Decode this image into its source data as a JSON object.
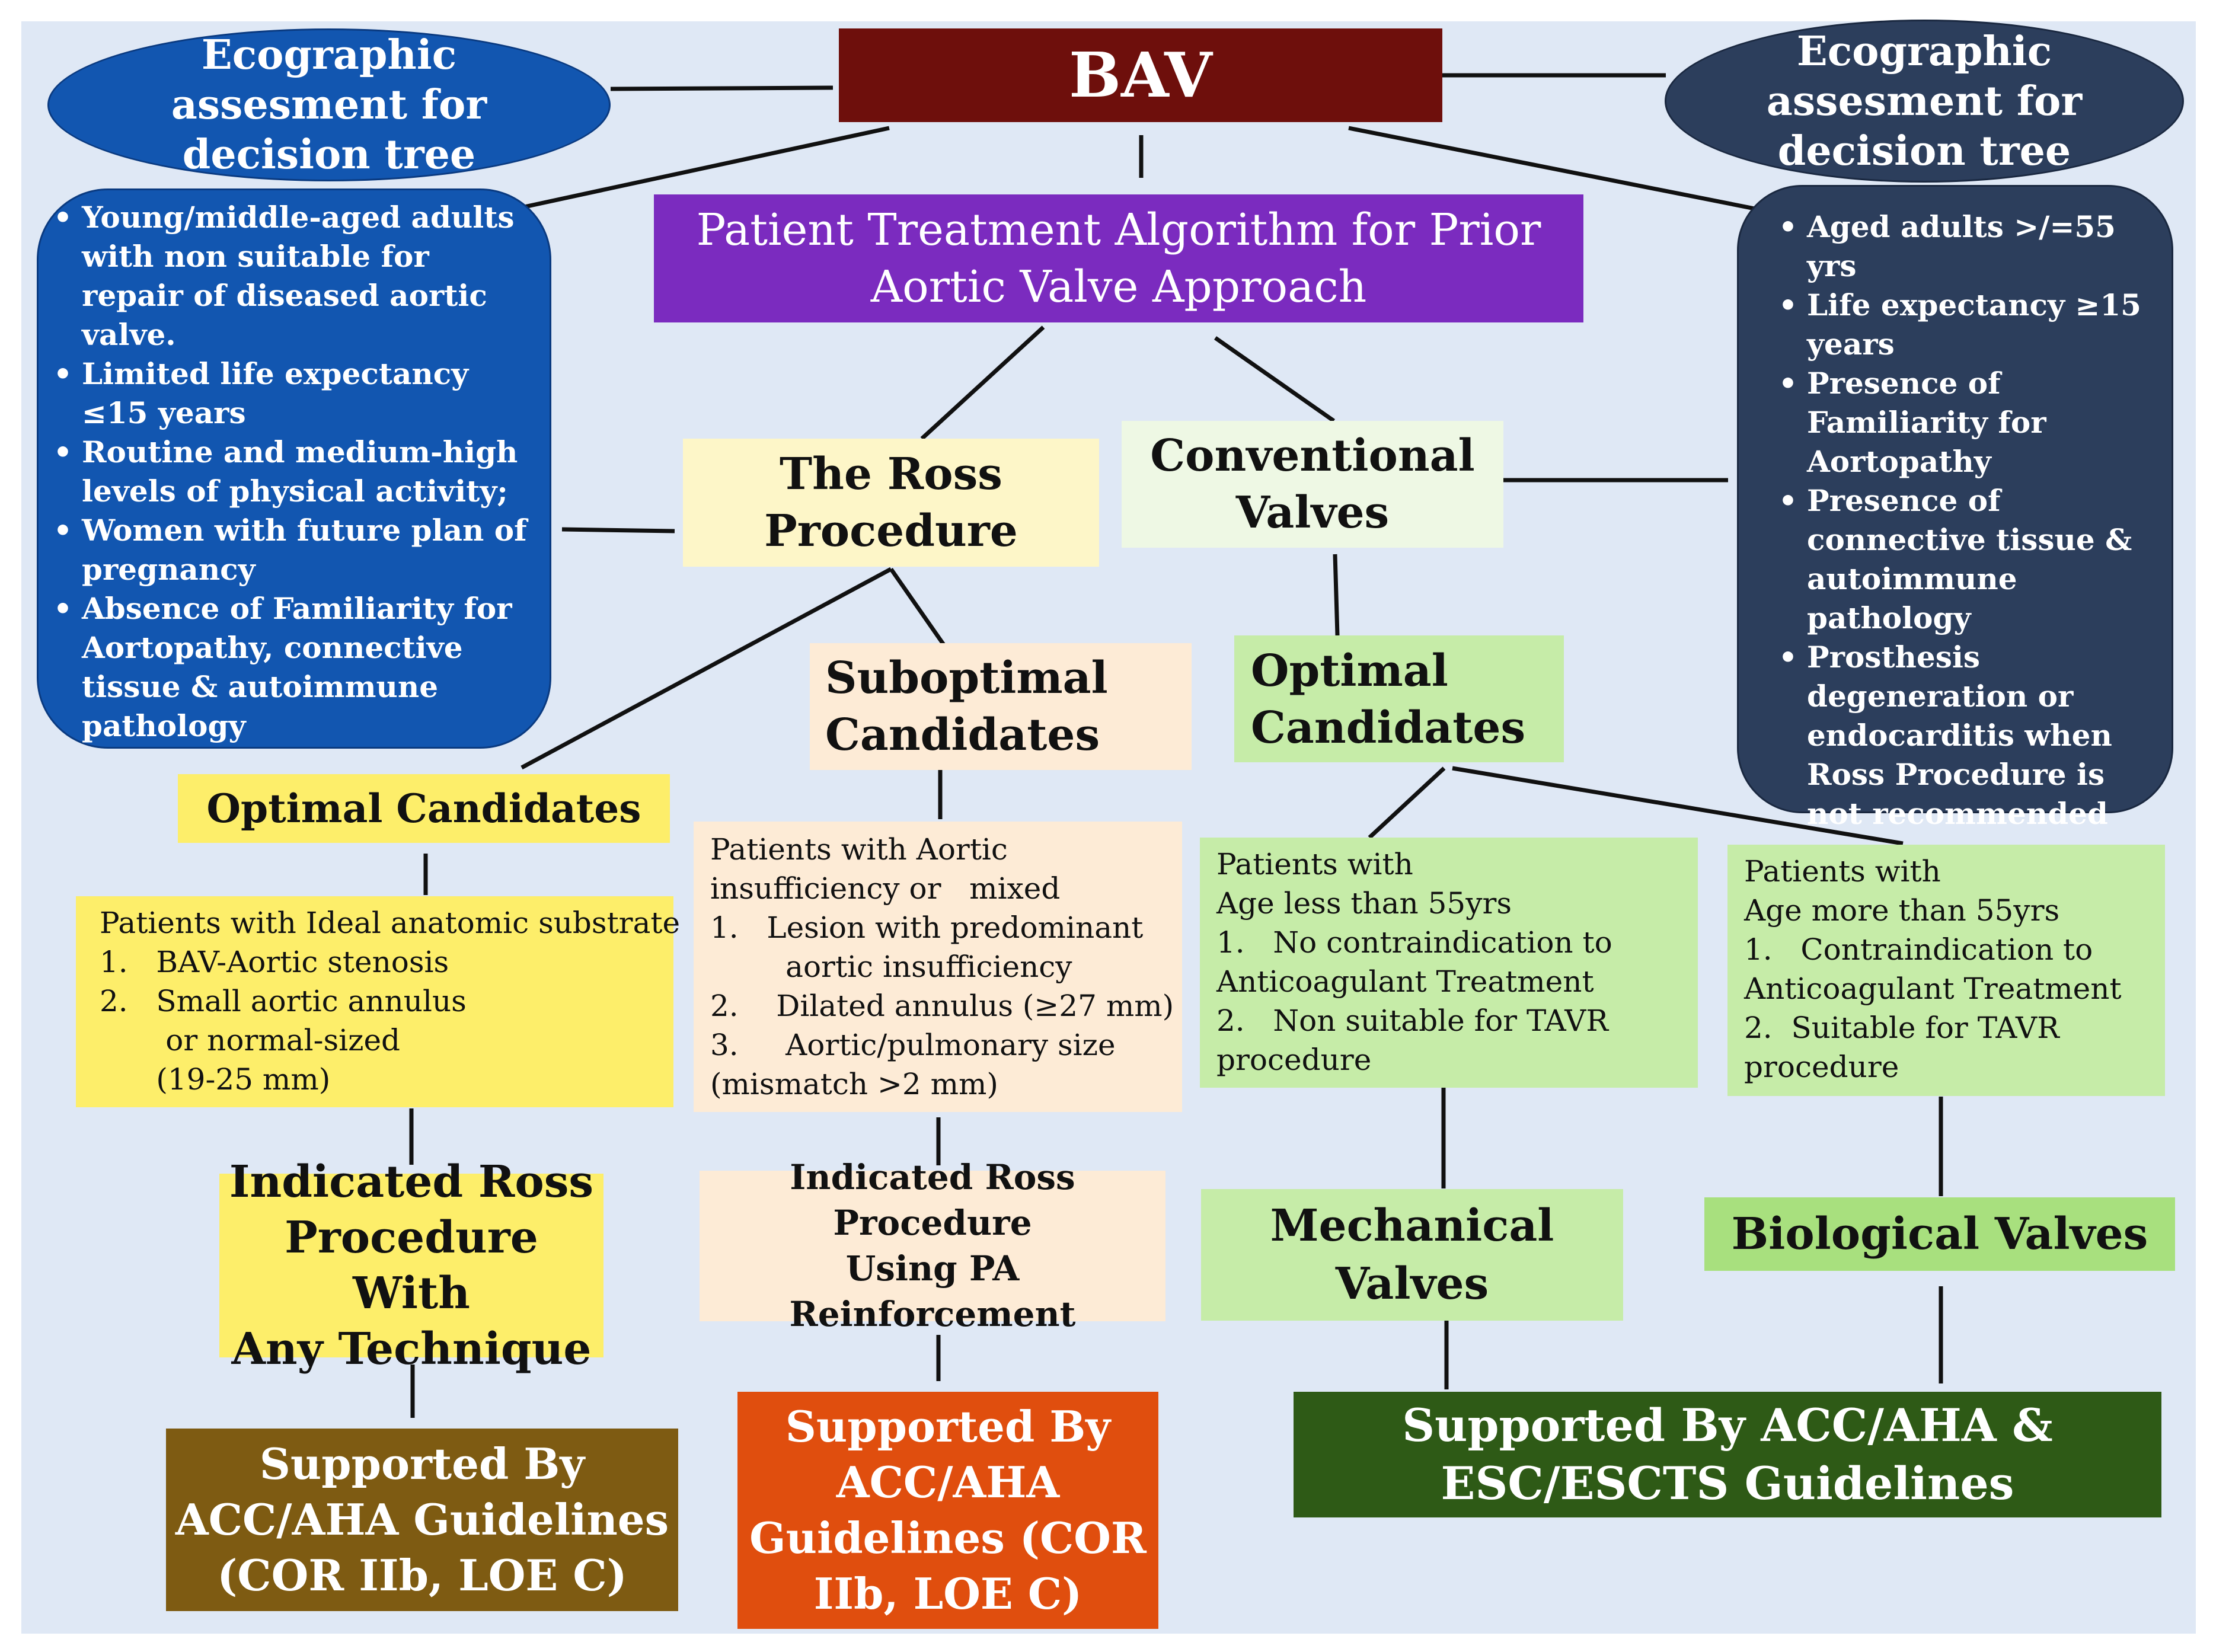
{
  "colors": {
    "background": "#dfe8f5",
    "bav": "#6e0f0c",
    "algorithm": "#7b2bbf",
    "blue_left": "#1256b0",
    "navy_right": "#2c3e5c",
    "ross_yellow": "#fdf6c8",
    "conventional": "#eef8e4",
    "optimal_yellow": "#fdee6a",
    "peach": "#fdebd6",
    "light_green": "#c6eca8",
    "biological_green": "#a8e07e",
    "brown": "#7e5b12",
    "orange": "#e04e0e",
    "dark_green": "#2e5a16"
  },
  "top": {
    "bav": "BAV",
    "ecographic_left": [
      "Ecographic",
      "assesment for",
      "decision tree"
    ],
    "ecographic_right": [
      "Ecographic",
      "assesment for",
      "decision tree"
    ],
    "algorithm": [
      "Patient Treatment Algorithm for Prior",
      "Aortic Valve Approach"
    ]
  },
  "left_criteria": [
    "Young/middle-aged adults with non suitable for repair of diseased  aortic valve.",
    "Limited life expectancy ≤15 years",
    "Routine and medium-high levels of physical activity;",
    "Women with future plan of pregnancy",
    "Absence of Familiarity for Aortopathy, connective tissue & autoimmune pathology"
  ],
  "right_criteria": [
    "Aged adults >/=55 yrs",
    " Life expectancy ≥15 years",
    "Presence  of Familiarity for Aortopathy",
    "Presence of connective tissue & autoimmune pathology",
    "Prosthesis degeneration or endocarditis when Ross Procedure is not recommended"
  ],
  "ross": {
    "title": [
      "The Ross",
      "Procedure"
    ],
    "optimal": "Optimal Candidates",
    "optimal_detail": [
      "Patients with Ideal anatomic substrate",
      "1.   BAV-Aortic stenosis",
      "2.   Small aortic annulus",
      "       or normal-sized",
      "      (19-25 mm)"
    ],
    "indicated": [
      "Indicated Ross",
      "Procedure With",
      "Any Technique"
    ],
    "supported": [
      "Supported By",
      "ACC/AHA Guidelines",
      "(COR IIb, LOE C)"
    ],
    "suboptimal": [
      "Suboptimal",
      "Candidates"
    ],
    "suboptimal_detail": [
      "Patients with Aortic",
      "insufficiency or   mixed",
      "1.   Lesion with predominant",
      "        aortic insufficiency",
      "2.    Dilated annulus (≥27 mm)",
      "3.     Aortic/pulmonary size",
      "(mismatch >2 mm)"
    ],
    "indicated_pa": [
      "Indicated  Ross",
      "Procedure",
      "Using PA Reinforcement"
    ],
    "supported_pa": [
      "Supported By",
      "ACC/AHA",
      "Guidelines (COR",
      "IIb, LOE C)"
    ]
  },
  "conventional": {
    "title": [
      "Conventional",
      "Valves"
    ],
    "optimal": [
      "Optimal",
      "Candidates"
    ],
    "young_detail": [
      "Patients with",
      "Age less than 55yrs",
      "1.   No contraindication to",
      "Anticoagulant Treatment",
      "2.   Non suitable for TAVR",
      "procedure"
    ],
    "old_detail": [
      "Patients with",
      "Age more than 55yrs",
      "1.   Contraindication to",
      "Anticoagulant Treatment",
      "2.  Suitable for TAVR",
      "procedure"
    ],
    "mechanical": [
      "Mechanical",
      "Valves"
    ],
    "biological": "Biological Valves",
    "supported": [
      "Supported By ACC/AHA &",
      "ESC/ESCTS Guidelines"
    ]
  }
}
